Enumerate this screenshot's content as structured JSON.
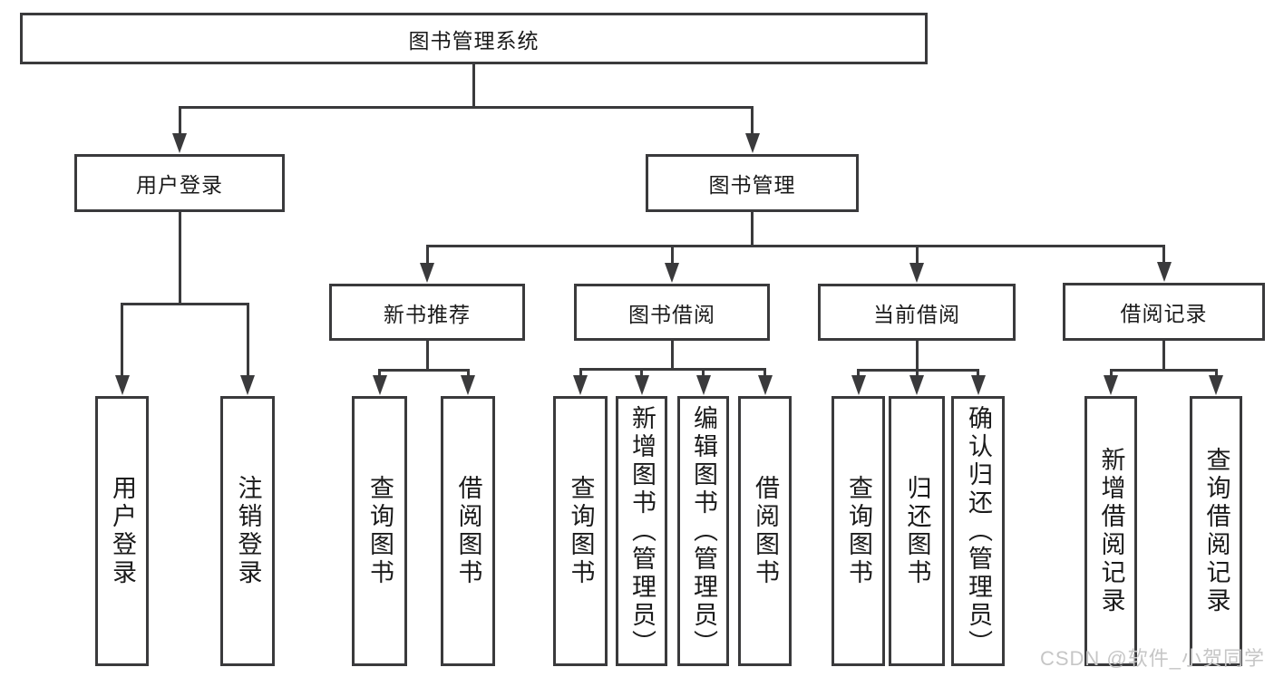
{
  "diagram_title": "图书管理系统",
  "colors": {
    "line": "#3a3a3c",
    "text": "#1a1a1a",
    "background": "#ffffff",
    "watermark": "#c6c6c6"
  },
  "watermark": {
    "text": "CSDN @软件_小贺同学"
  },
  "nodes": [
    {
      "id": "root",
      "label": "图书管理系统",
      "parent": null
    },
    {
      "id": "user-login",
      "label": "用户登录",
      "parent": "root"
    },
    {
      "id": "book-mgmt",
      "label": "图书管理",
      "parent": "root"
    },
    {
      "id": "new-book-rec",
      "label": "新书推荐",
      "parent": "book-mgmt"
    },
    {
      "id": "book-borrow",
      "label": "图书借阅",
      "parent": "book-mgmt"
    },
    {
      "id": "current-borrow",
      "label": "当前借阅",
      "parent": "book-mgmt"
    },
    {
      "id": "borrow-records",
      "label": "借阅记录",
      "parent": "book-mgmt"
    },
    {
      "id": "login",
      "label": "用户登录",
      "parent": "user-login"
    },
    {
      "id": "logout",
      "label": "注销登录",
      "parent": "user-login"
    },
    {
      "id": "rec-query-books",
      "label": "查询图书",
      "parent": "new-book-rec"
    },
    {
      "id": "rec-borrow-books",
      "label": "借阅图书",
      "parent": "new-book-rec"
    },
    {
      "id": "bb-query-books",
      "label": "查询图书",
      "parent": "book-borrow"
    },
    {
      "id": "bb-add-books",
      "label": "新增图书（管理员）",
      "parent": "book-borrow"
    },
    {
      "id": "bb-edit-books",
      "label": "编辑图书（管理员）",
      "parent": "book-borrow"
    },
    {
      "id": "bb-borrow-books",
      "label": "借阅图书",
      "parent": "book-borrow"
    },
    {
      "id": "cb-query-books",
      "label": "查询图书",
      "parent": "current-borrow"
    },
    {
      "id": "cb-return-books",
      "label": "归还图书",
      "parent": "current-borrow"
    },
    {
      "id": "cb-confirm-return",
      "label": "确认归还（管理员）",
      "parent": "current-borrow"
    },
    {
      "id": "rc-add-record",
      "label": "新增借阅记录",
      "parent": "borrow-records"
    },
    {
      "id": "rc-query-record",
      "label": "查询借阅记录",
      "parent": "borrow-records"
    }
  ]
}
